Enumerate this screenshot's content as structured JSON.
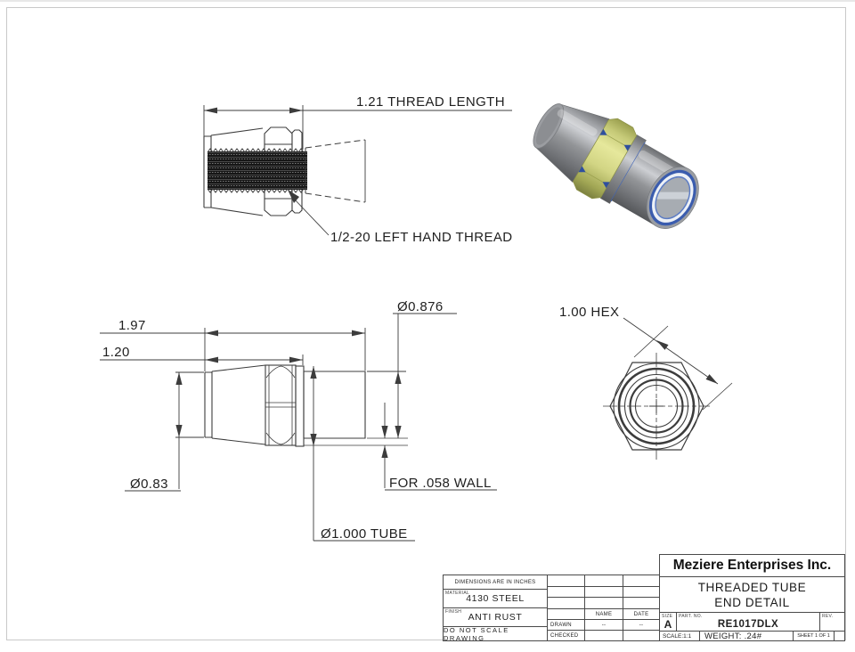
{
  "drawing": {
    "dims": {
      "thread_length": "1.21 THREAD LENGTH",
      "thread_note": "1/2-20 LEFT HAND THREAD",
      "overall": "1.97",
      "to_face": "1.20",
      "stub_dia": "Ø0.876",
      "small_dia": "Ø0.83",
      "wall": "FOR .058 WALL",
      "tube": "Ø1.000 TUBE",
      "hex": "1.00 HEX"
    },
    "colors": {
      "line": "#3c3c3c",
      "accent_blue": "#3a5cae",
      "nut_yellow": "#d8db8a",
      "metal_gray": "#97999d",
      "page_border": "#c9c9c9"
    }
  },
  "title_block": {
    "company": "Meziere Enterprises Inc.",
    "title_line1": "THREADED TUBE",
    "title_line2": "END DETAIL",
    "dimensions_note": "DIMENSIONS ARE IN INCHES",
    "material_label": "MATERIAL",
    "material": "4130 STEEL",
    "finish_label": "FINISH",
    "finish": "ANTI RUST",
    "no_scale": "DO NOT SCALE DRAWING",
    "name_header": "NAME",
    "date_header": "DATE",
    "drawn_label": "DRAWN",
    "drawn_name": "--",
    "drawn_date": "--",
    "checked_label": "CHECKED",
    "size_label": "SIZE",
    "size": "A",
    "part_label": "PART.  NO.",
    "part_no": "RE1017DLX",
    "rev_label": "REV.",
    "scale": "SCALE:1:1",
    "weight": "WEIGHT: .24#",
    "sheet": "SHEET 1 OF 1"
  }
}
